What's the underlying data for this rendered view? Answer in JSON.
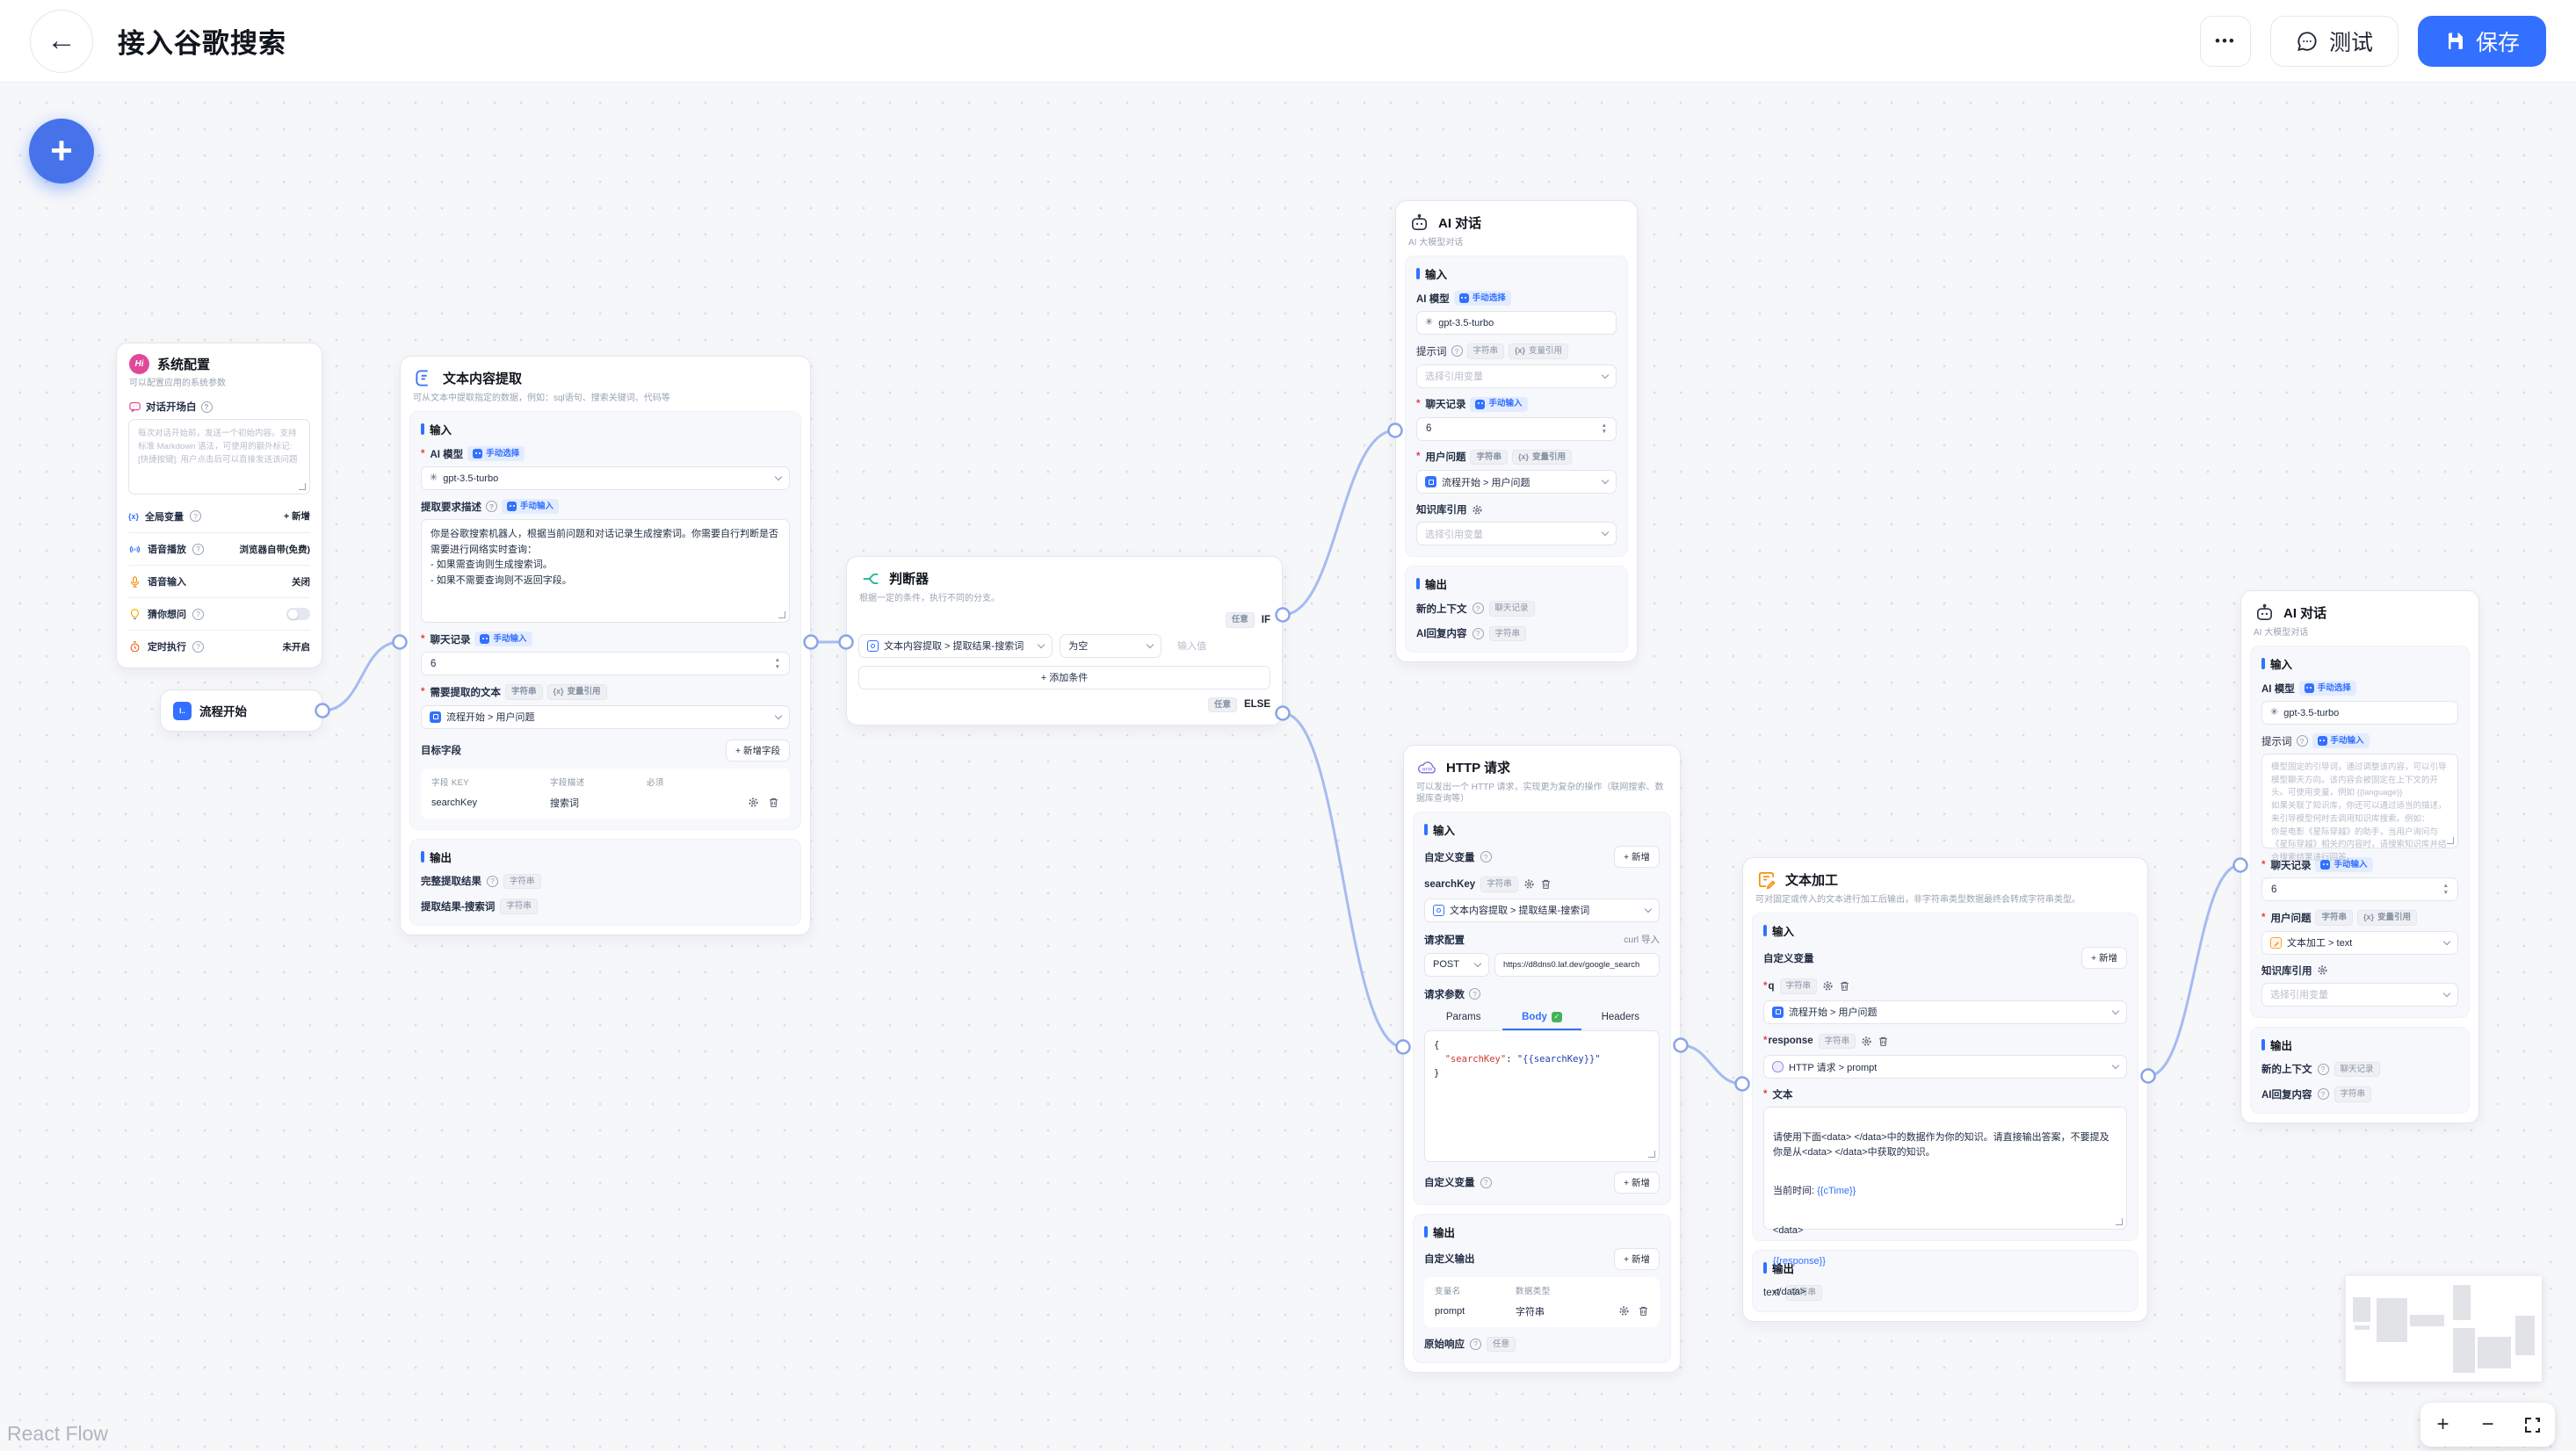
{
  "header": {
    "title": "接入谷歌搜索",
    "test": "测试",
    "save": "保存"
  },
  "attribution": "React Flow",
  "colors": {
    "primary": "#3370ff",
    "edge": "#a6bbf0",
    "pink": "#e0489a",
    "green": "#2bb596",
    "orange": "#f79009",
    "purple": "#7e6bdc"
  },
  "icons": {
    "back": "←",
    "more": "•••",
    "plus": "+",
    "minus": "−",
    "question": "?",
    "caret_up": "▲",
    "caret_down": "▼",
    "braces": "{x}",
    "check": "✓",
    "hi": "Hi",
    "flow_start_glyph": "I..",
    "openai": "✳"
  },
  "common": {
    "input": "输入",
    "output": "输出",
    "ai_model": "AI 模型",
    "manual_select": "手动选择",
    "manual_input": "手动输入",
    "var_ref": "变量引用",
    "string": "字符串",
    "chat_history_badge": "聊天记录",
    "any": "任意",
    "model": "gpt-3.5-turbo",
    "prompt": "提示词",
    "chat_history_label": "聊天记录",
    "rounds": "6",
    "user_question": "用户问题",
    "kb_ref": "知识库引用",
    "select_var": "选择引用变量",
    "new_context": "新的上下文",
    "ai_reply": "AI回复内容",
    "add_new": "+ 新增",
    "custom_vars": "自定义变量"
  },
  "sys": {
    "title": "系统配置",
    "subtitle": "可以配置应用的系统参数",
    "welcome_label": "对话开场白",
    "welcome_placeholder": "每次对话开始前，发送一个初始内容。支持标准 Markdown 语法，可使用的额外标记:\n[快捷按键]: 用户点击后可以直接发送该问题",
    "rows": [
      {
        "label": "全局变量",
        "value": "+ 新增"
      },
      {
        "label": "语音播放",
        "value": "浏览器自带(免费)"
      },
      {
        "label": "语音输入",
        "value": "关闭"
      },
      {
        "label": "猜你想问",
        "value": ""
      },
      {
        "label": "定时执行",
        "value": "未开启"
      }
    ]
  },
  "flow_start": {
    "title": "流程开始"
  },
  "extract": {
    "title": "文本内容提取",
    "subtitle": "可从文本中提取指定的数据，例如：sql语句、搜索关键词、代码等",
    "desc_label": "提取要求描述",
    "desc_value": "你是谷歌搜索机器人，根据当前问题和对话记录生成搜索词。你需要自行判断是否需要进行网络实时查询：\n- 如果需查询则生成搜索词。\n- 如果不需要查询则不返回字段。",
    "source_label": "需要提取的文本",
    "source_value": "流程开始 > 用户问题",
    "target_label": "目标字段",
    "add_field": "+ 新增字段",
    "col_key": "字段 KEY",
    "col_desc": "字段描述",
    "col_required": "必须",
    "row_key": "searchKey",
    "row_desc": "搜索词",
    "out_full": "完整提取结果",
    "out_search": "提取结果-搜索词"
  },
  "cond": {
    "title": "判断器",
    "subtitle": "根据一定的条件，执行不同的分支。",
    "if": "IF",
    "else": "ELSE",
    "select_value": "文本内容提取 > 提取结果-搜索词",
    "op": "为空",
    "value_placeholder": "输入值",
    "add_condition": "+ 添加条件"
  },
  "ai1": {
    "title": "AI 对话",
    "subtitle": "AI 大模型对话",
    "user_question_value": "流程开始 > 用户问题"
  },
  "http": {
    "title": "HTTP 请求",
    "subtitle": "可以发出一个 HTTP 请求，实现更为复杂的操作（联网搜索、数据库查询等）",
    "var_name": "searchKey",
    "var_value": "文本内容提取 > 提取结果-搜索词",
    "req_config": "请求配置",
    "curl_import": "curl 导入",
    "method": "POST",
    "url": "https://d8dns0.laf.dev/google_search",
    "req_params": "请求参数",
    "tab_params": "Params",
    "tab_body": "Body",
    "tab_headers": "Headers",
    "code": {
      "open": "{",
      "key": "\"searchKey\"",
      "sep": ": ",
      "value": "\"{{searchKey}}\"",
      "close": "}"
    },
    "custom_output": "自定义输出",
    "col_var": "变量名",
    "col_type": "数据类型",
    "out_name": "prompt",
    "out_type": "字符串",
    "raw_response": "原始响应"
  },
  "tp": {
    "title": "文本加工",
    "subtitle": "可对固定或传入的文本进行加工后输出，非字符串类型数据最终会转成字符串类型。",
    "var1_name": "q",
    "var1_value": "流程开始 > 用户问题",
    "var2_name": "response",
    "var2_value": "HTTP 请求 > prompt",
    "text_label": "文本",
    "t1": "请使用下面<data> </data>中的数据作为你的知识。请直接输出答案，不要提及你是从<data> </data>中获取的知识。",
    "t2_prefix": "当前时间: ",
    "t2_var": "{{cTime}}",
    "t3": "<data>",
    "t4": "{{response}}",
    "t5": "</data>",
    "out_name": "text"
  },
  "ai2": {
    "title": "AI 对话",
    "subtitle": "AI 大模型对话",
    "prompt_placeholder": "模型固定的引导词，通过调整该内容，可以引导模型聊天方向。该内容会被固定在上下文的开头。可使用变量，例如 {{language}}\n如果关联了知识库，你还可以通过适当的描述，来引导模型何时去调用知识库搜索。例如：\n你是电影《星际穿越》的助手，当用户询问与《星际穿越》相关的内容时，请搜索知识库并结合搜索结果进行回答。",
    "user_question_value": "文本加工 > text"
  }
}
